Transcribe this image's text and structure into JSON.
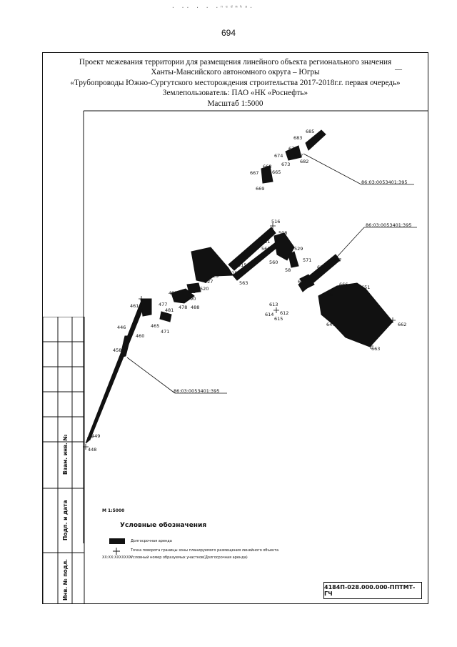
{
  "page": {
    "number": "694",
    "scan_specks": "· ·· · ·  ·ⁿᵉᵈᵐᵏᵃ·"
  },
  "title": {
    "line1": "Проект  межевания территории для размещения линейного объекта регионального значения",
    "line2": "Ханты-Мансийского автономного округа – Югры",
    "line3": "«Трубопроводы Южно-Сургутского месторождения строительства 2017-2018г.г. первая очередь»",
    "line4": "Землепользователь: ПАО «НК «Роснефть»",
    "line5": "Масштаб 1:5000"
  },
  "map": {
    "parcel_labels": [
      "86:03:0053401:395",
      "86:03:0053401:395",
      "86:03:0053401:395"
    ],
    "point_labels": [
      "449",
      "448",
      "458",
      "446",
      "460",
      "461",
      "465",
      "471",
      "481",
      "477",
      "478",
      "488",
      "495",
      "493",
      "490",
      "520",
      "527",
      "529",
      "518",
      "563",
      "515",
      "516",
      "508",
      "551",
      "561",
      "560",
      "571",
      "529",
      "58",
      "631",
      "62",
      "637",
      "613",
      "614",
      "612",
      "615",
      "647",
      "662",
      "663",
      "651",
      "65",
      "666",
      "668",
      "667",
      "665",
      "669",
      "674",
      "673",
      "675",
      "677",
      "682",
      "683",
      "685",
      "68"
    ]
  },
  "legend": {
    "scale": "М 1:5000",
    "heading": "Условные обозначения",
    "row1": "Долгосрочная аренда",
    "row2": "Точка поворота границы зоны планируемого размещения линейного объекта",
    "row3_label": "ХХ:ХХ:ХХХХХХХ",
    "row3": "Условный номер образуемых участков(Долгосрочная аренда)"
  },
  "stamp": {
    "inv_podl": "Инв. № подл.",
    "podp_data": "Подп. и дата",
    "vzam_inv": "Взам. инв. №"
  },
  "doc_code": "4184П-028.000.000-ППТМТ-ГЧ"
}
